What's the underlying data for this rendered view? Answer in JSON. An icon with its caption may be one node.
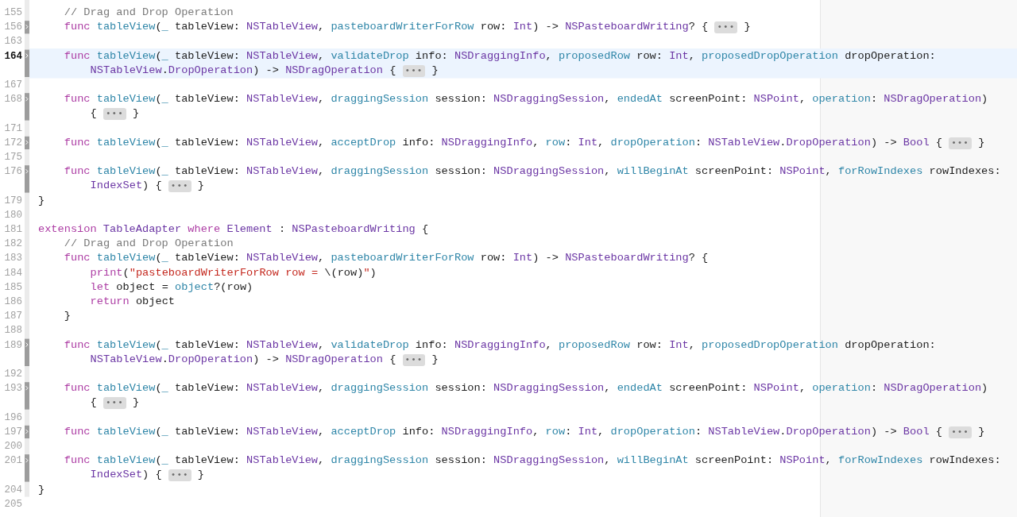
{
  "diagram": {
    "labels": [
      "155",
      "// Drag and Drop Operation",
      "156",
      "func tableView(_ tableView: NSTableView, pasteboardWriterForRow row: Int) -> NSPasteboardWriting? { ••• }",
      "163",
      "164",
      "func tableView(_ tableView: NSTableView, validateDrop info: NSDraggingInfo, proposedRow row: Int, proposedDropOperation dropOperation: NSTableView.DropOperation) -> NSDragOperation { ••• }",
      "167",
      "168",
      "func tableView(_ tableView: NSTableView, draggingSession session: NSDraggingSession, endedAt screenPoint: NSPoint, operation: NSDragOperation) { ••• }",
      "171",
      "172",
      "func tableView(_ tableView: NSTableView, acceptDrop info: NSDraggingInfo, row: Int, dropOperation: NSTableView.DropOperation) -> Bool { ••• }",
      "175",
      "176",
      "func tableView(_ tableView: NSTableView, draggingSession session: NSDraggingSession, willBeginAt screenPoint: NSPoint, forRowIndexes rowIndexes: IndexSet) { ••• }",
      "179",
      "}",
      "180",
      "181",
      "extension TableAdapter where Element : NSPasteboardWriting {",
      "182",
      "// Drag and Drop Operation",
      "183",
      "func tableView(_ tableView: NSTableView, pasteboardWriterForRow row: Int) -> NSPasteboardWriting? {",
      "184",
      "print(\"pasteboardWriterForRow row = \\(row)\")",
      "185",
      "let object = object?(row)",
      "186",
      "return object",
      "187",
      "}",
      "188",
      "189",
      "func tableView(_ tableView: NSTableView, validateDrop info: NSDraggingInfo, proposedRow row: Int, proposedDropOperation dropOperation: NSTableView.DropOperation) -> NSDragOperation { ••• }",
      "192",
      "193",
      "func tableView(_ tableView: NSTableView, draggingSession session: NSDraggingSession, endedAt screenPoint: NSPoint, operation: NSDragOperation) { ••• }",
      "196",
      "197",
      "func tableView(_ tableView: NSTableView, acceptDrop info: NSDraggingInfo, row: Int, dropOperation: NSTableView.DropOperation) -> Bool { ••• }",
      "200",
      "201",
      "func tableView(_ tableView: NSTableView, draggingSession session: NSDraggingSession, willBeginAt screenPoint: NSPoint, forRowIndexes rowIndexes: IndexSet) { ••• }",
      "204",
      "}",
      "205"
    ]
  }
}
